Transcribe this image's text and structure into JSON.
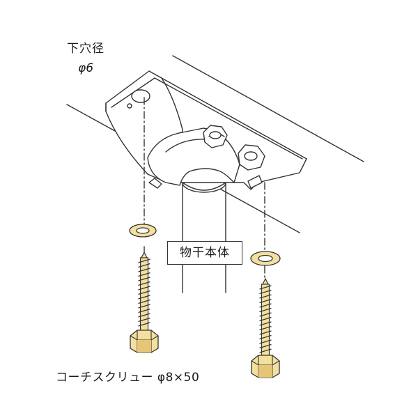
{
  "labels": {
    "pilot_hole_title": "下穴径",
    "pilot_hole_size": "φ6",
    "main_body": "物干本体",
    "coach_screw": "コーチスクリュー φ8×50"
  },
  "colors": {
    "line": "#333333",
    "screw_fill": "#f3df9e",
    "screw_shade": "#e6c676",
    "washer_fill": "#f3df9e",
    "bracket_fill": "#ffffff"
  },
  "icons": {
    "fastener": "hex-head-coach-screw",
    "washer": "flat-washer",
    "nut": "hex-nut"
  }
}
